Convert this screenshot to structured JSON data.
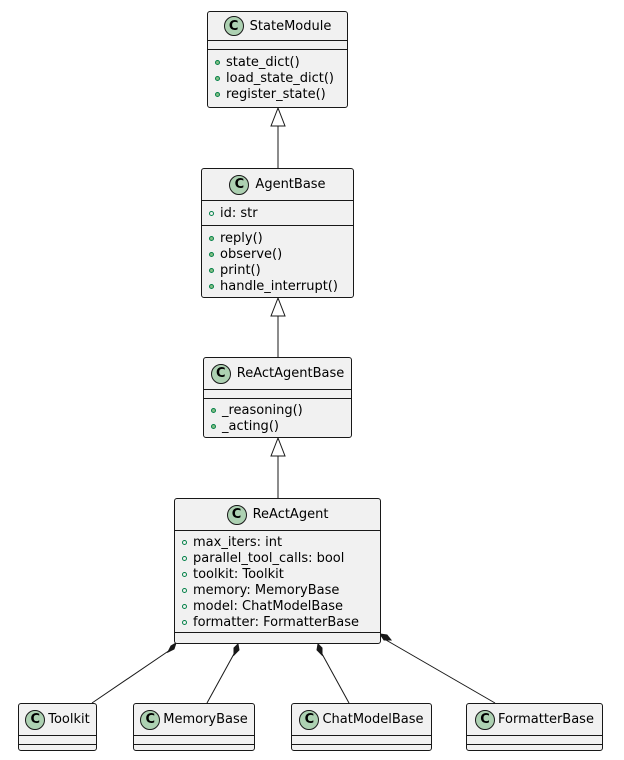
{
  "classes": {
    "state_module": {
      "name": "StateModule",
      "fields": [],
      "methods": [
        "state_dict()",
        "load_state_dict()",
        "register_state()"
      ]
    },
    "agent_base": {
      "name": "AgentBase",
      "fields": [
        "id: str"
      ],
      "methods": [
        "reply()",
        "observe()",
        "print()",
        "handle_interrupt()"
      ]
    },
    "react_agent_base": {
      "name": "ReActAgentBase",
      "fields": [],
      "methods": [
        "_reasoning()",
        "_acting()"
      ]
    },
    "react_agent": {
      "name": "ReActAgent",
      "fields": [
        "max_iters: int",
        "parallel_tool_calls: bool",
        "toolkit: Toolkit",
        "memory: MemoryBase",
        "model: ChatModelBase",
        "formatter: FormatterBase"
      ],
      "methods": []
    },
    "toolkit": {
      "name": "Toolkit",
      "fields": [],
      "methods": []
    },
    "memory_base": {
      "name": "MemoryBase",
      "fields": [],
      "methods": []
    },
    "chat_model_base": {
      "name": "ChatModelBase",
      "fields": [],
      "methods": []
    },
    "formatter_base": {
      "name": "FormatterBase",
      "fields": [],
      "methods": []
    }
  },
  "class_icon_letter": "C",
  "relations": [
    {
      "from": "AgentBase",
      "to": "StateModule",
      "type": "inheritance"
    },
    {
      "from": "ReActAgentBase",
      "to": "AgentBase",
      "type": "inheritance"
    },
    {
      "from": "ReActAgent",
      "to": "ReActAgentBase",
      "type": "inheritance"
    },
    {
      "from": "ReActAgent",
      "to": "Toolkit",
      "type": "composition"
    },
    {
      "from": "ReActAgent",
      "to": "MemoryBase",
      "type": "composition"
    },
    {
      "from": "ReActAgent",
      "to": "ChatModelBase",
      "type": "composition"
    },
    {
      "from": "ReActAgent",
      "to": "FormatterBase",
      "type": "composition"
    }
  ],
  "colors": {
    "class_fill": "#F1F1F1",
    "class_icon": "#ADD1B2",
    "method_dot": "#84BE84",
    "border": "#181818"
  }
}
